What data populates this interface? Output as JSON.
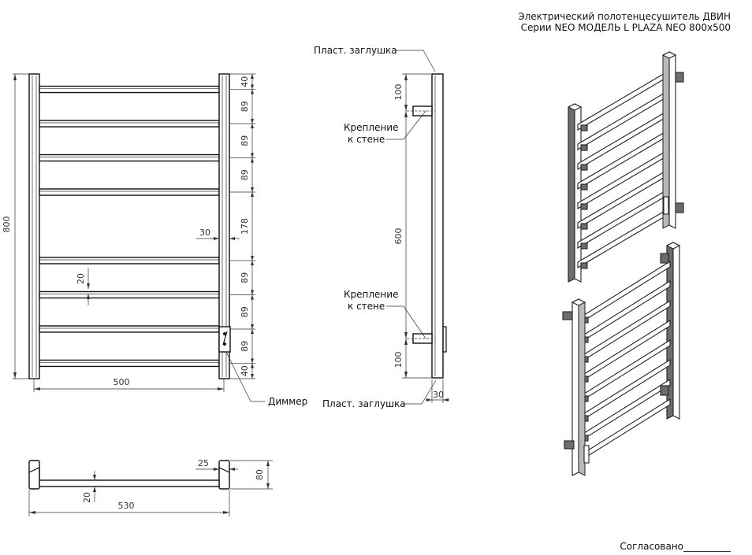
{
  "title": {
    "line1": "Электрический полотенцесушитель ДВИН",
    "line2": "Серии NEO МОДЕЛЬ L PLAZA NEO 800х500"
  },
  "front_view": {
    "height_label": "800",
    "width_label": "500",
    "spacing_labels": [
      "40",
      "89",
      "89",
      "89",
      "178",
      "89",
      "89",
      "89",
      "40"
    ],
    "bar_offset_label": "30",
    "bar_thickness_label": "20",
    "dimmer_label": "Диммер"
  },
  "side_view": {
    "plug_top_label": "Пласт. заглушка",
    "plug_bottom_label": "Пласт. заглушка",
    "mount_top_label_1": "Крепление",
    "mount_top_label_2": "к стене",
    "mount_bottom_label_1": "Крепление",
    "mount_bottom_label_2": "к стене",
    "top_offset_label": "100",
    "mid_label": "600",
    "bottom_offset_label": "100",
    "depth_label": "30"
  },
  "top_view": {
    "overall_label": "530",
    "post_label": "25",
    "depth_label": "80",
    "bar_label": "20"
  },
  "footer": {
    "approved_label": "Согласовано__________"
  }
}
